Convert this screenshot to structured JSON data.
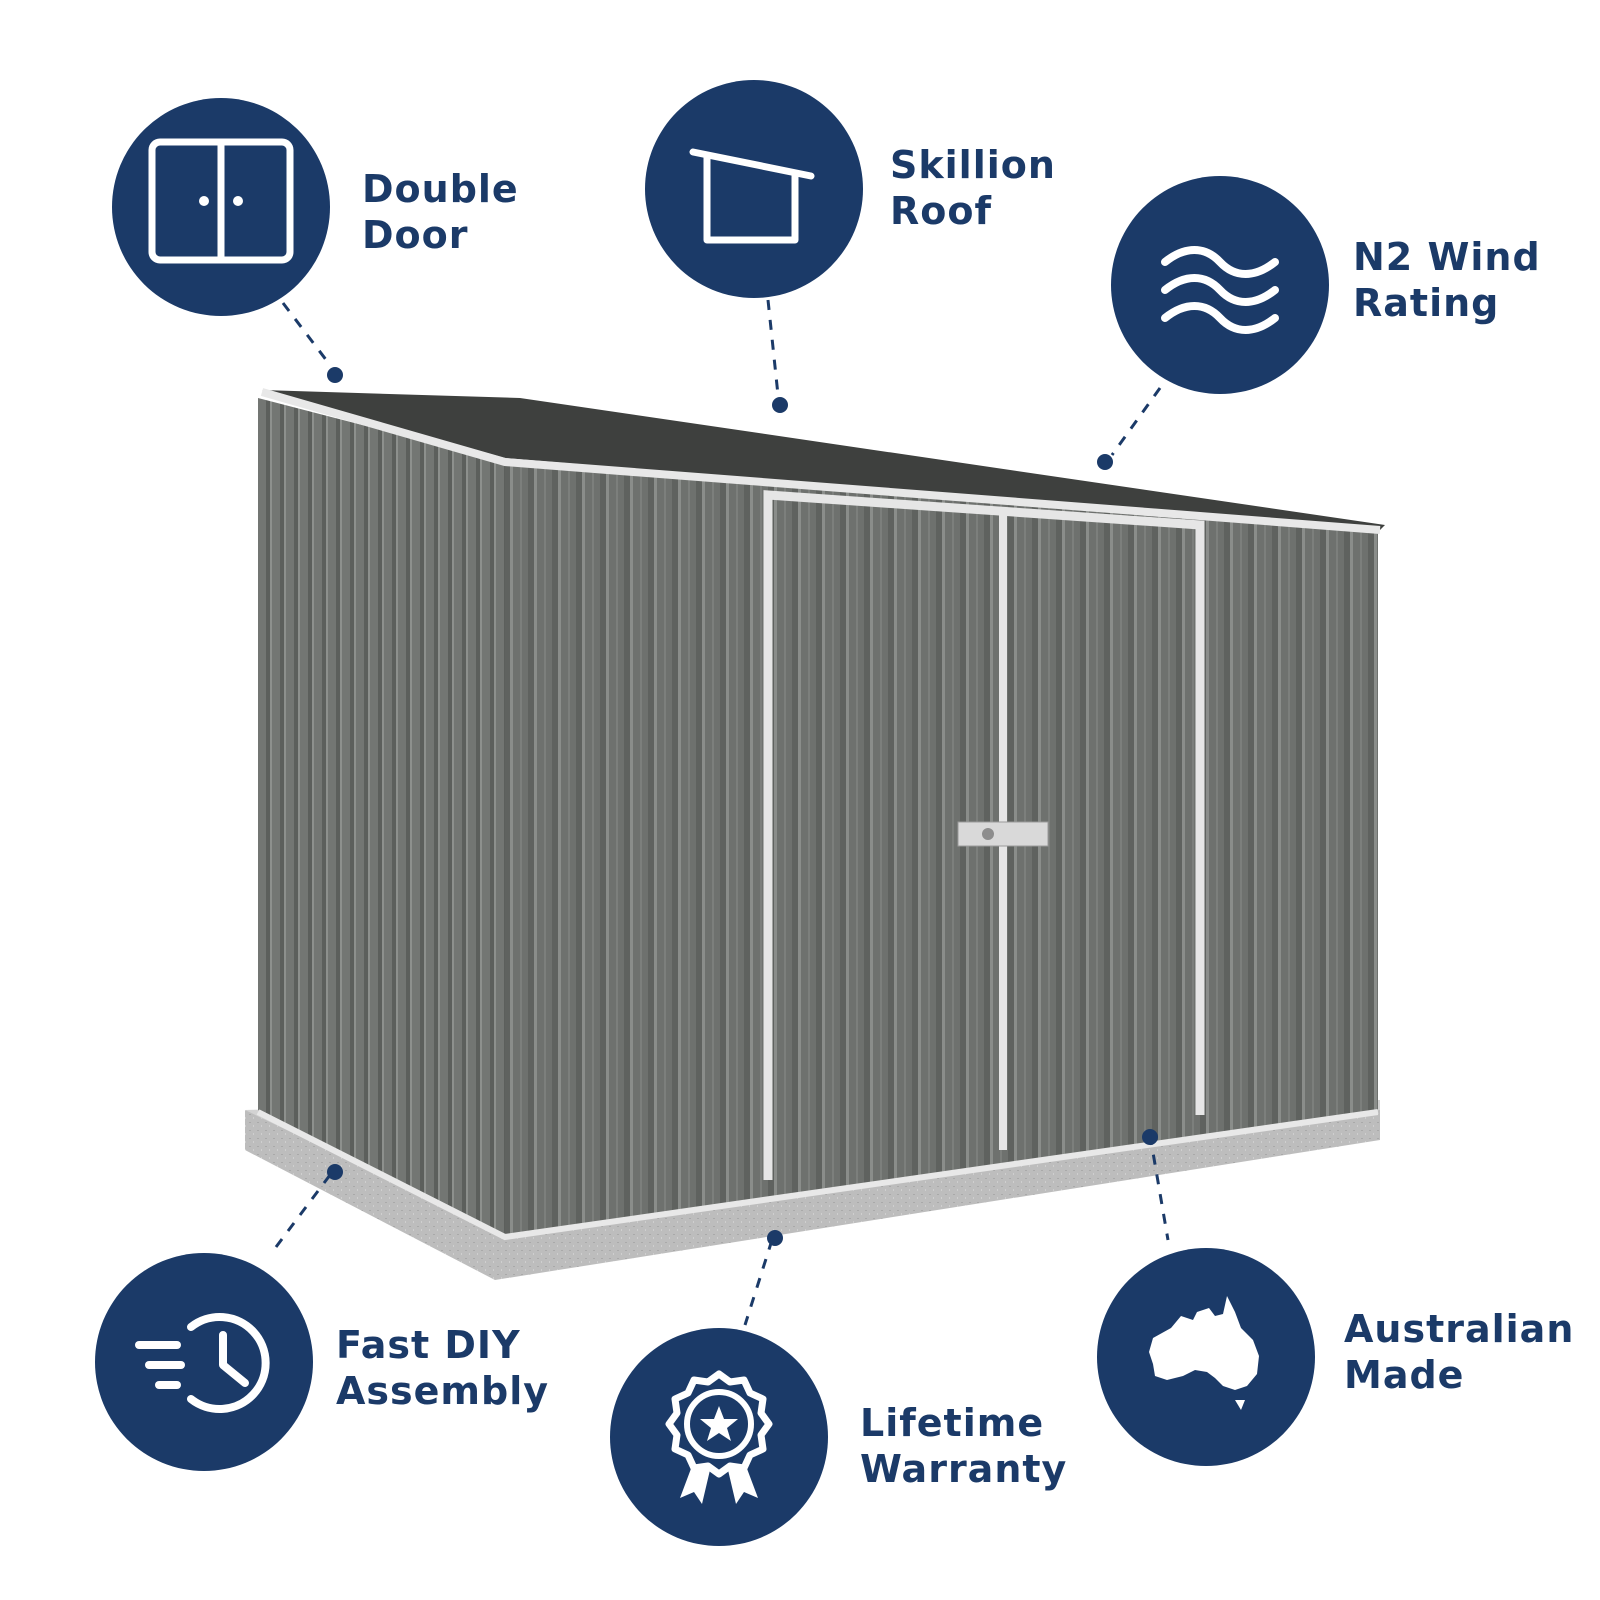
{
  "colors": {
    "brand": "#1b3a68",
    "shed": "#6f726f",
    "icon": "#ffffff"
  },
  "features": [
    {
      "icon": "double-door-icon",
      "line1": "Double",
      "line2": "Door"
    },
    {
      "icon": "skillion-roof-icon",
      "line1": "Skillion",
      "line2": "Roof"
    },
    {
      "icon": "wind-icon",
      "line1": "N2 Wind",
      "line2": "Rating"
    },
    {
      "icon": "clock-speed-icon",
      "line1": "Fast DIY",
      "line2": "Assembly"
    },
    {
      "icon": "award-badge-icon",
      "line1": "Lifetime",
      "line2": "Warranty"
    },
    {
      "icon": "australia-map-icon",
      "line1": "Australian",
      "line2": "Made"
    }
  ]
}
